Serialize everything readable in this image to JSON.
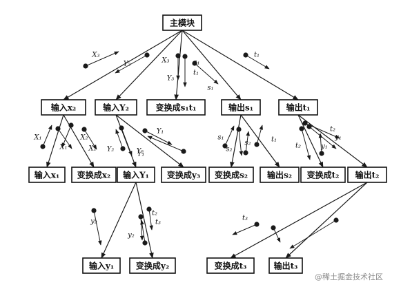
{
  "modules": [
    {
      "id": "main",
      "label": "主模块"
    },
    {
      "id": "inX2",
      "label": "输入x₂"
    },
    {
      "id": "inY2",
      "label": "输入Y₂"
    },
    {
      "id": "transS1T1",
      "label": "变换成s₁t₁"
    },
    {
      "id": "outS1",
      "label": "输出s₁"
    },
    {
      "id": "outT1",
      "label": "输出t₁"
    },
    {
      "id": "inX1",
      "label": "输入x₁"
    },
    {
      "id": "transX2",
      "label": "变换成x₂"
    },
    {
      "id": "inY1",
      "label": "输入Y₁"
    },
    {
      "id": "transY3",
      "label": "变换成y₃"
    },
    {
      "id": "transS2",
      "label": "变换成s₂"
    },
    {
      "id": "outS2",
      "label": "输出s₂"
    },
    {
      "id": "transT2",
      "label": "变换成t₂"
    },
    {
      "id": "outT2",
      "label": "输出t₂"
    },
    {
      "id": "inY1b",
      "label": "输入y₁"
    },
    {
      "id": "transY2",
      "label": "变换成y₂"
    },
    {
      "id": "transT3",
      "label": "变换成t₃"
    },
    {
      "id": "outT3",
      "label": "输出t₃"
    }
  ],
  "edges": [
    [
      "main",
      "inX2"
    ],
    [
      "main",
      "inY2"
    ],
    [
      "main",
      "transS1T1"
    ],
    [
      "main",
      "outS1"
    ],
    [
      "main",
      "outT1"
    ],
    [
      "inX2",
      "inX1"
    ],
    [
      "inX2",
      "transX2"
    ],
    [
      "inY2",
      "inY1"
    ],
    [
      "inY2",
      "transY3"
    ],
    [
      "outS1",
      "transS2"
    ],
    [
      "outS1",
      "outS2"
    ],
    [
      "outT1",
      "transT2"
    ],
    [
      "outT1",
      "outT2"
    ],
    [
      "inY1",
      "inY1b"
    ],
    [
      "inY1",
      "transY2"
    ],
    [
      "outT2",
      "transT3"
    ],
    [
      "outT2",
      "outT3"
    ]
  ],
  "flow_labels": [
    "X₃",
    "Y₂",
    "X₃",
    "Y₃",
    "s₁",
    "t₁",
    "s₁",
    "t₁",
    "X₁",
    "X₁",
    "X₂",
    "X₂",
    "Y₂",
    "Y₂",
    "Y₁",
    "Y₁",
    "s₁",
    "s₂",
    "s₂",
    "t₁",
    "t₂",
    "t₂",
    "y₁",
    "y₁",
    "y₂",
    "y₂",
    "t₂",
    "t₃",
    "t₃"
  ],
  "watermark": "@稀土掘金技术社区",
  "colors": {
    "line": "#1a1a1a",
    "box_border": "#111111",
    "dot": "#1a1a1a",
    "watermark": "#8a8a8a"
  }
}
